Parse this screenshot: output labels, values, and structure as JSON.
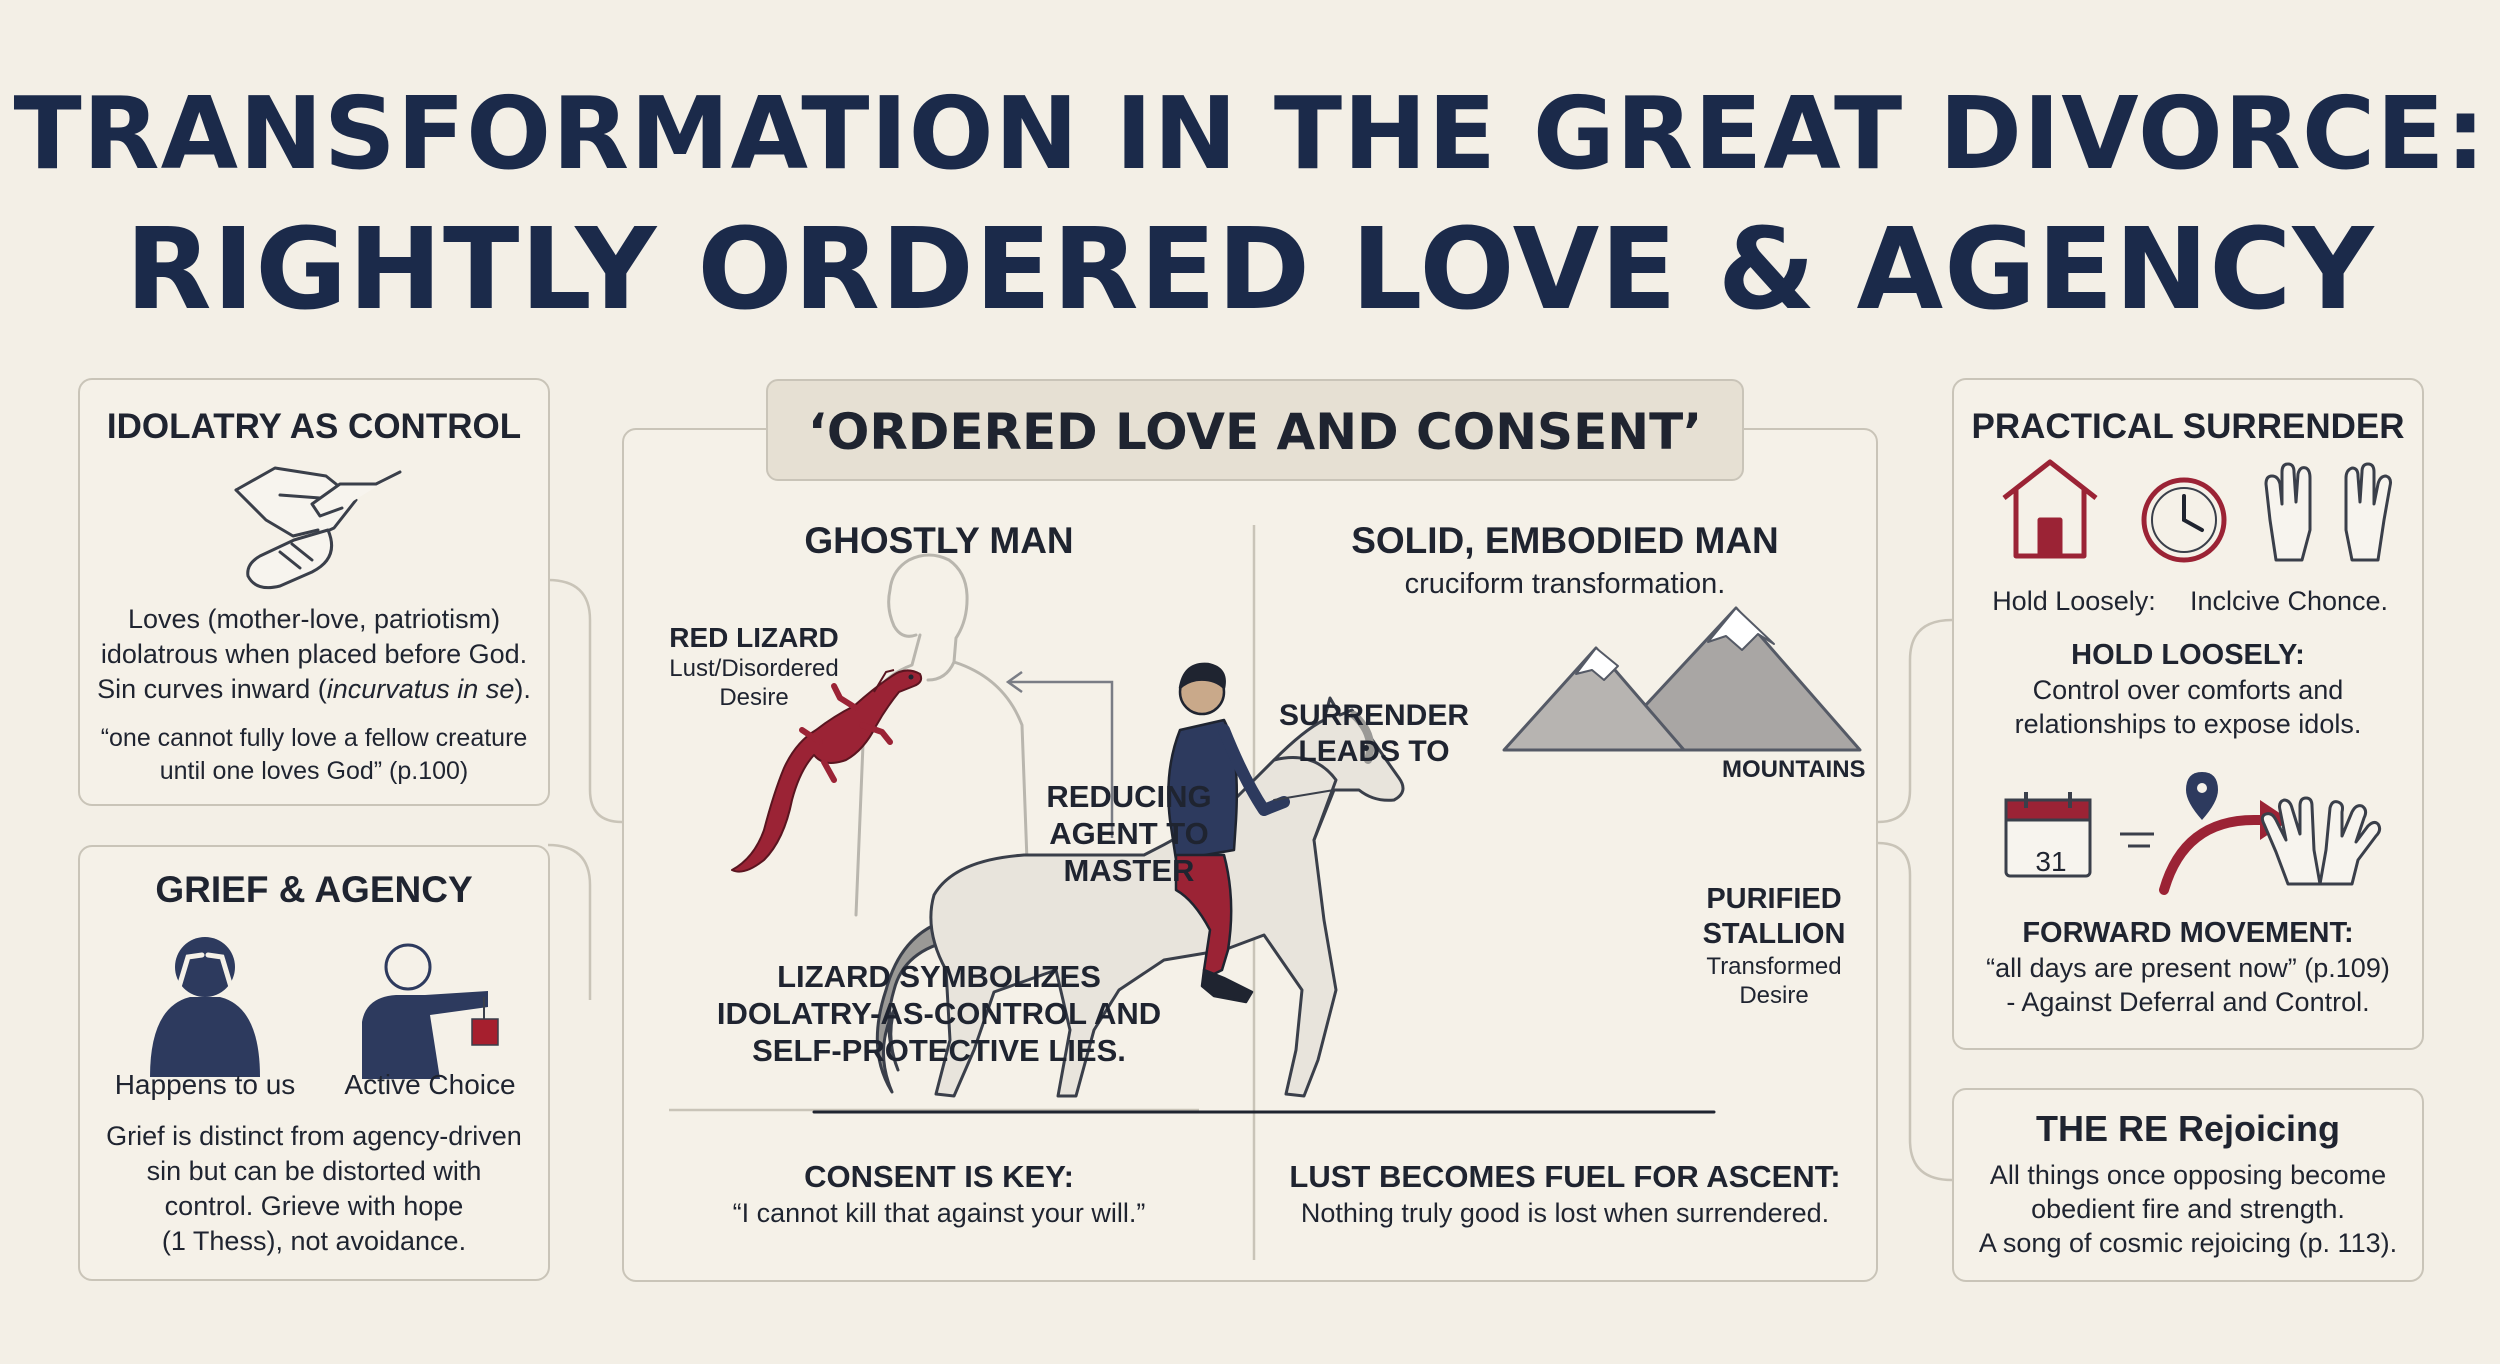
{
  "title": {
    "line1": "TRANSFORMATION IN THE GREAT DIVORCE:",
    "line2": "RIGHTLY ORDERED LOVE & AGENCY"
  },
  "idolatry": {
    "heading": "IDOLATRY AS CONTROL",
    "text1": "Loves (mother-love, patriotism)",
    "text2": "idolatrous when placed before God.",
    "text3a": "Sin curves inward (",
    "text3b": "incurvatus in se",
    "text3c": ").",
    "quote1": "“one cannot fully love a fellow creature",
    "quote2": "until one loves God” (p.100)"
  },
  "grief": {
    "heading": "GRIEF & AGENCY",
    "label_left": "Happens to us",
    "label_right": "Active Choice",
    "text1": "Grief is distinct from agency-driven",
    "text2": "sin but can be distorted with",
    "text3": "control. Grieve with hope",
    "text4": "(1 Thess), not avoidance."
  },
  "center": {
    "banner": "‘ORDERED LOVE AND CONSENT’",
    "ghost": {
      "heading": "GHOSTLY MAN",
      "lizard_title": "RED LIZARD",
      "lizard_sub1": "Lust/Disordered",
      "lizard_sub2": "Desire",
      "reducing1": "REDUCING",
      "reducing2": "AGENT TO",
      "reducing3": "MASTER",
      "symbol1": "LIZARD SYMBOLIZES",
      "symbol2": "IDOLATRY-AS-CONTROL AND",
      "symbol3": "SELF-PROTECTIVE LIES.",
      "consent_title": "CONSENT IS KEY:",
      "consent_quote": "“I cannot kill that against your will.”"
    },
    "solid": {
      "heading": "SOLID, EMBODIED MAN",
      "sub": "cruciform transformation.",
      "surrender1": "SURRENDER",
      "surrender2": "LEADS TO",
      "mountains": "MOUNTAINS",
      "stallion1": "PURIFIED",
      "stallion2": "STALLION",
      "stallion3": "Transformed",
      "stallion4": "Desire",
      "lust_title": "LUST BECOMES FUEL FOR ASCENT:",
      "lust_text": "Nothing truly good is lost when surrendered."
    }
  },
  "practical": {
    "heading": "PRACTICAL SURRENDER",
    "icon_label1": "Hold Loosely:",
    "icon_label2": "Inclcive Chonce.",
    "hold_title": "HOLD LOOSELY:",
    "hold_text1": "Control over comforts and",
    "hold_text2": "relationships to expose idols.",
    "calendar_day": "31",
    "forward_title": "FORWARD MOVEMENT:",
    "forward_text1": "“all days are present now” (p.109)",
    "forward_text2": "- Against Deferral and Control."
  },
  "rejoicing": {
    "heading": "THE RE Rejoicing",
    "text1": "All things once opposing become",
    "text2": "obedient fire and strength.",
    "text3": "A song of cosmic rejoicing (p. 113)."
  },
  "colors": {
    "navy": "#1b2a4a",
    "crimson": "#9b2335",
    "border": "#c9c4b8",
    "background": "#f3efe6"
  }
}
